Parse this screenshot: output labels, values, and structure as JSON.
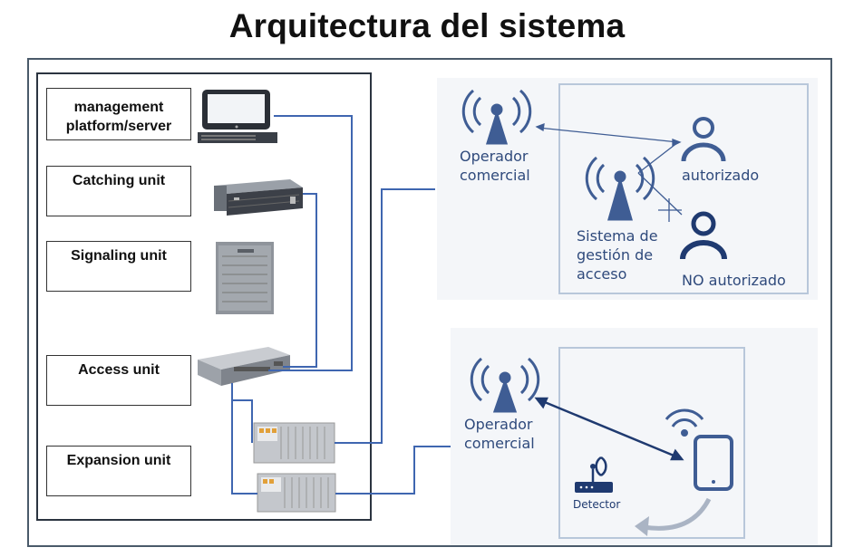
{
  "title": "Arquitectura del sistema",
  "units": [
    {
      "label_line1": "management",
      "label_line2": "platform/server"
    },
    {
      "label_line1": "Catching unit",
      "label_line2": ""
    },
    {
      "label_line1": "Signaling unit",
      "label_line2": ""
    },
    {
      "label_line1": "Access unit",
      "label_line2": ""
    },
    {
      "label_line1": "Expansion unit",
      "label_line2": ""
    }
  ],
  "top_diagram": {
    "operator_line1": "Operador",
    "operator_line2": "comercial",
    "authorized": "autorizado",
    "system_line1": "Sistema de",
    "system_line2": "gestión de",
    "system_line3": "acceso",
    "unauthorized": "NO autorizado"
  },
  "bottom_diagram": {
    "operator_line1": "Operador",
    "operator_line2": "comercial",
    "detector": "Detector"
  },
  "colors": {
    "accent_blue": "#2f5597",
    "diagram_blue": "#2f4a7c",
    "wire": "#3f66b0"
  },
  "icons": [
    "monitor-icon",
    "server-rack-icon",
    "radio-unit-icon",
    "switch-icon",
    "expansion-module-icon",
    "antenna-tower-icon",
    "person-icon",
    "smartphone-icon",
    "wifi-icon",
    "router-icon"
  ]
}
